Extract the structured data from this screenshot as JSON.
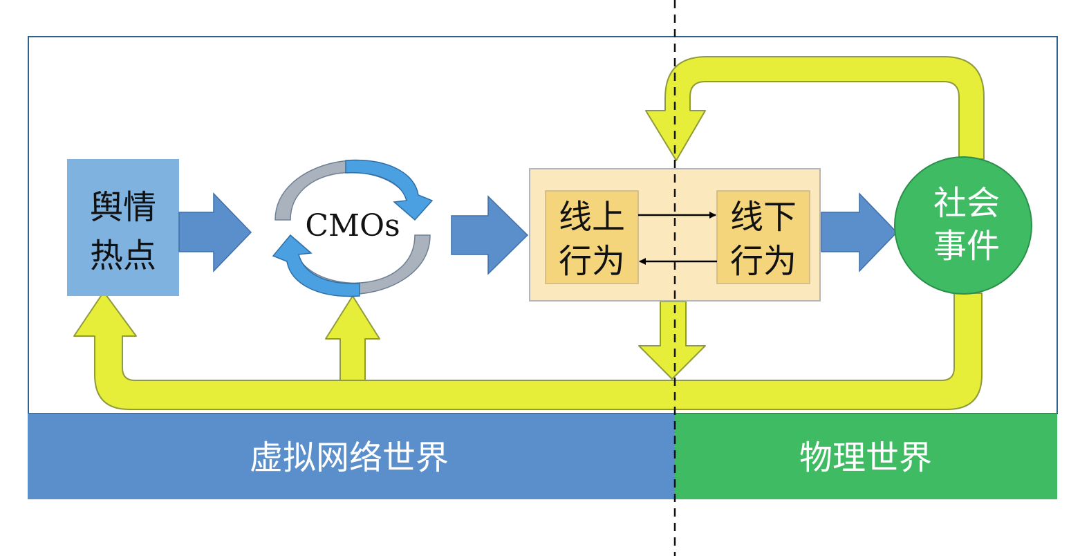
{
  "nodes": {
    "public_opinion": {
      "line1": "舆情",
      "line2": "热点"
    },
    "cmos": {
      "label": "CMOs"
    },
    "online": {
      "line1": "线上",
      "line2": "行为"
    },
    "offline": {
      "line1": "线下",
      "line2": "行为"
    },
    "social_event": {
      "line1": "社会",
      "line2": "事件"
    }
  },
  "bands": {
    "virtual": {
      "label": "虚拟网络世界"
    },
    "physical": {
      "label": "物理世界"
    }
  },
  "colors": {
    "blue_box": "#7fb2df",
    "blue_arrow": "#5b8fcb",
    "blue_band": "#5b8fcb",
    "green": "#3fbb63",
    "yellow": "#e6ee3a",
    "beige_outer": "#fbe8bd",
    "beige_inner": "#f5d57c",
    "cycle_blue": "#4aa0e0",
    "cycle_gray": "#a9b2bd"
  }
}
